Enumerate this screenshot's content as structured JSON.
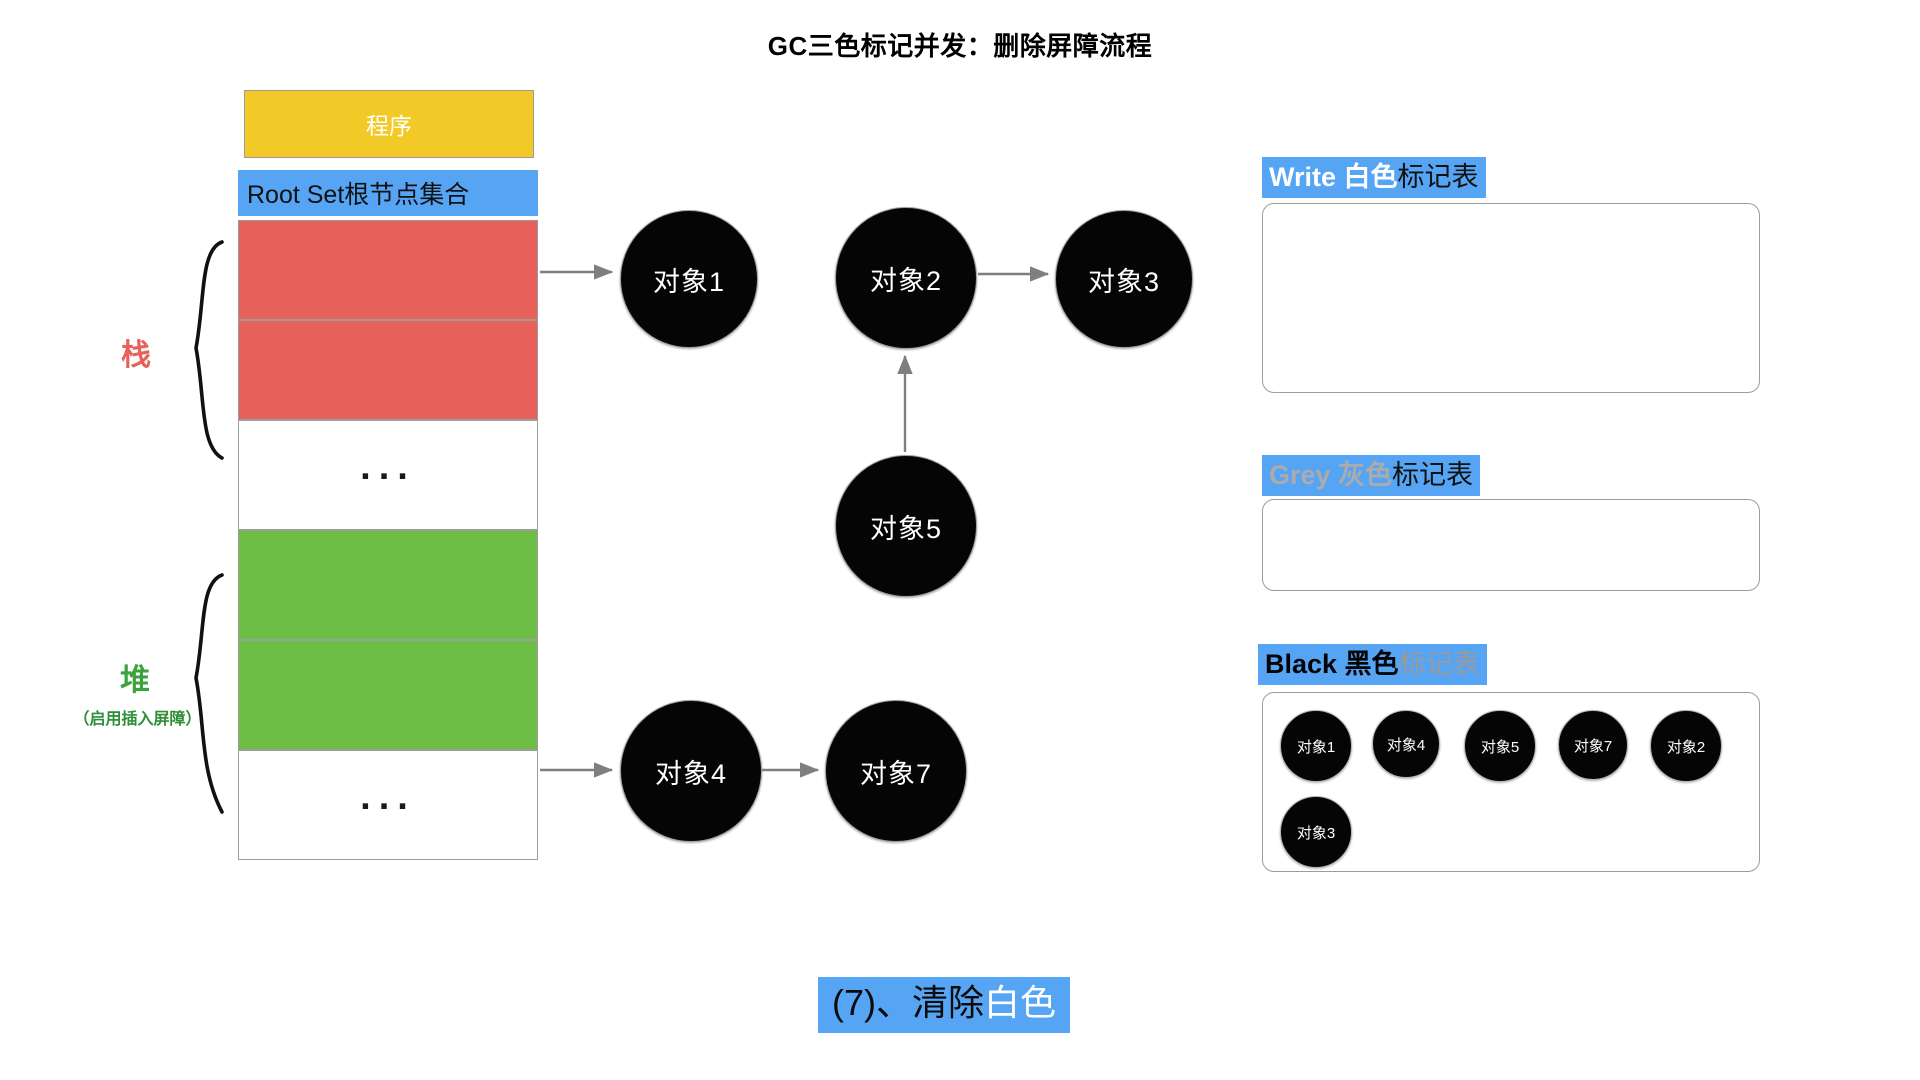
{
  "title": "GC三色标记并发：删除屏障流程",
  "memory": {
    "program_label": "程序",
    "root_set_label": "Root Set根节点集合",
    "stack_label": "栈",
    "heap_label": "堆",
    "heap_sub_label": "（启用插入屏障）",
    "ellipsis": "...",
    "slots": [
      {
        "name": "stack-slot-1",
        "fill": "red"
      },
      {
        "name": "stack-slot-2",
        "fill": "red"
      },
      {
        "name": "stack-slot-empty",
        "fill": "empty"
      },
      {
        "name": "heap-slot-1",
        "fill": "green"
      },
      {
        "name": "heap-slot-2",
        "fill": "green"
      },
      {
        "name": "heap-slot-empty",
        "fill": "empty"
      }
    ]
  },
  "graph": {
    "nodes": [
      {
        "id": "obj1",
        "label": "对象1"
      },
      {
        "id": "obj2",
        "label": "对象2"
      },
      {
        "id": "obj3",
        "label": "对象3"
      },
      {
        "id": "obj5",
        "label": "对象5"
      },
      {
        "id": "obj4",
        "label": "对象4"
      },
      {
        "id": "obj7",
        "label": "对象7"
      }
    ],
    "edges": [
      {
        "from": "stack-slot-1",
        "to": "obj1"
      },
      {
        "from": "obj2",
        "to": "obj3"
      },
      {
        "from": "obj5",
        "to": "obj2"
      },
      {
        "from": "heap-slot-2",
        "to": "obj4"
      },
      {
        "from": "obj4",
        "to": "obj7"
      }
    ]
  },
  "tables": [
    {
      "id": "white",
      "head_bold": "Write 白色",
      "head_rest": "标记表",
      "head_bold_color": "#ffffff",
      "head_rest_color": "#111111",
      "items": []
    },
    {
      "id": "grey",
      "head_bold": "Grey 灰色",
      "head_rest": "标记表",
      "head_bold_color": "#ABABAB",
      "head_rest_color": "#111111",
      "items": []
    },
    {
      "id": "black",
      "head_bold": "Black 黑色",
      "head_rest": "标记表",
      "head_bold_color": "#050505",
      "head_rest_color": "#9a9a9a",
      "items": [
        "对象1",
        "对象4",
        "对象5",
        "对象7",
        "对象2",
        "对象3"
      ]
    }
  ],
  "caption": {
    "prefix": "(7)、清除",
    "highlight": "白色"
  },
  "colors": {
    "program": "#F2C927",
    "root_set": "#56A5F5",
    "stack_fill": "#E8605A",
    "heap_fill": "#6CBE45",
    "node": "#050505",
    "arrow": "#7f7f7f",
    "highlight_bg": "#56A5F5"
  }
}
